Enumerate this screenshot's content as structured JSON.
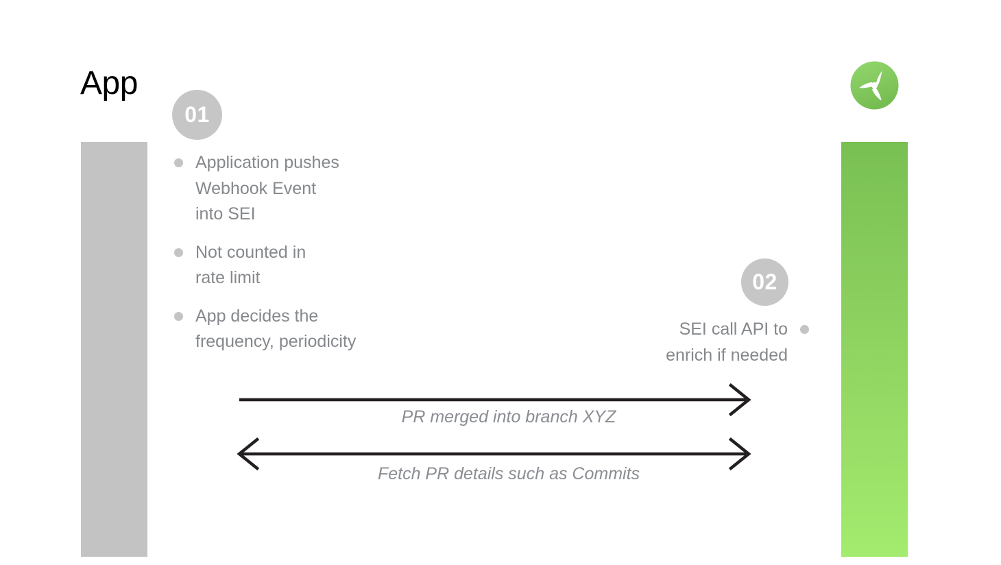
{
  "slide": {
    "title": "App",
    "background": "#ffffff"
  },
  "lanes": [
    {
      "id": "app",
      "name": "App",
      "color": "#c3c3c3"
    },
    {
      "id": "sei",
      "name": "SEI",
      "gradient_top": "#79c053",
      "gradient_bottom": "#a3ec6f"
    }
  ],
  "logo": {
    "name": "sei-propeller-logo",
    "circle_color_top": "#8bd063",
    "circle_color_bottom": "#7cc455",
    "blade_color": "#ffffff"
  },
  "steps": [
    {
      "badge": "01",
      "badge_color": "#c6c6c6",
      "side": "left",
      "bullets": [
        "Application pushes\nWebhook Event\ninto SEI",
        "Not counted in\nrate limit",
        "App decides the\nfrequency, periodicity"
      ]
    },
    {
      "badge": "02",
      "badge_color": "#c6c6c6",
      "side": "right",
      "bullets": [
        "SEI call API to\nenrich if needed"
      ]
    }
  ],
  "arrows": [
    {
      "id": "arrow-1",
      "label": "PR merged into branch XYZ",
      "direction": "right",
      "style": "single-head",
      "color": "#231f20"
    },
    {
      "id": "arrow-2",
      "label": "Fetch PR details such as Commits",
      "direction": "both",
      "style": "double-head",
      "color": "#231f20"
    }
  ],
  "colors": {
    "text_gray": "#85888c",
    "label_gray": "#8a8d92",
    "bullet_dot": "#c4c4c4",
    "title_black": "#000000",
    "line_black": "#231f20"
  }
}
